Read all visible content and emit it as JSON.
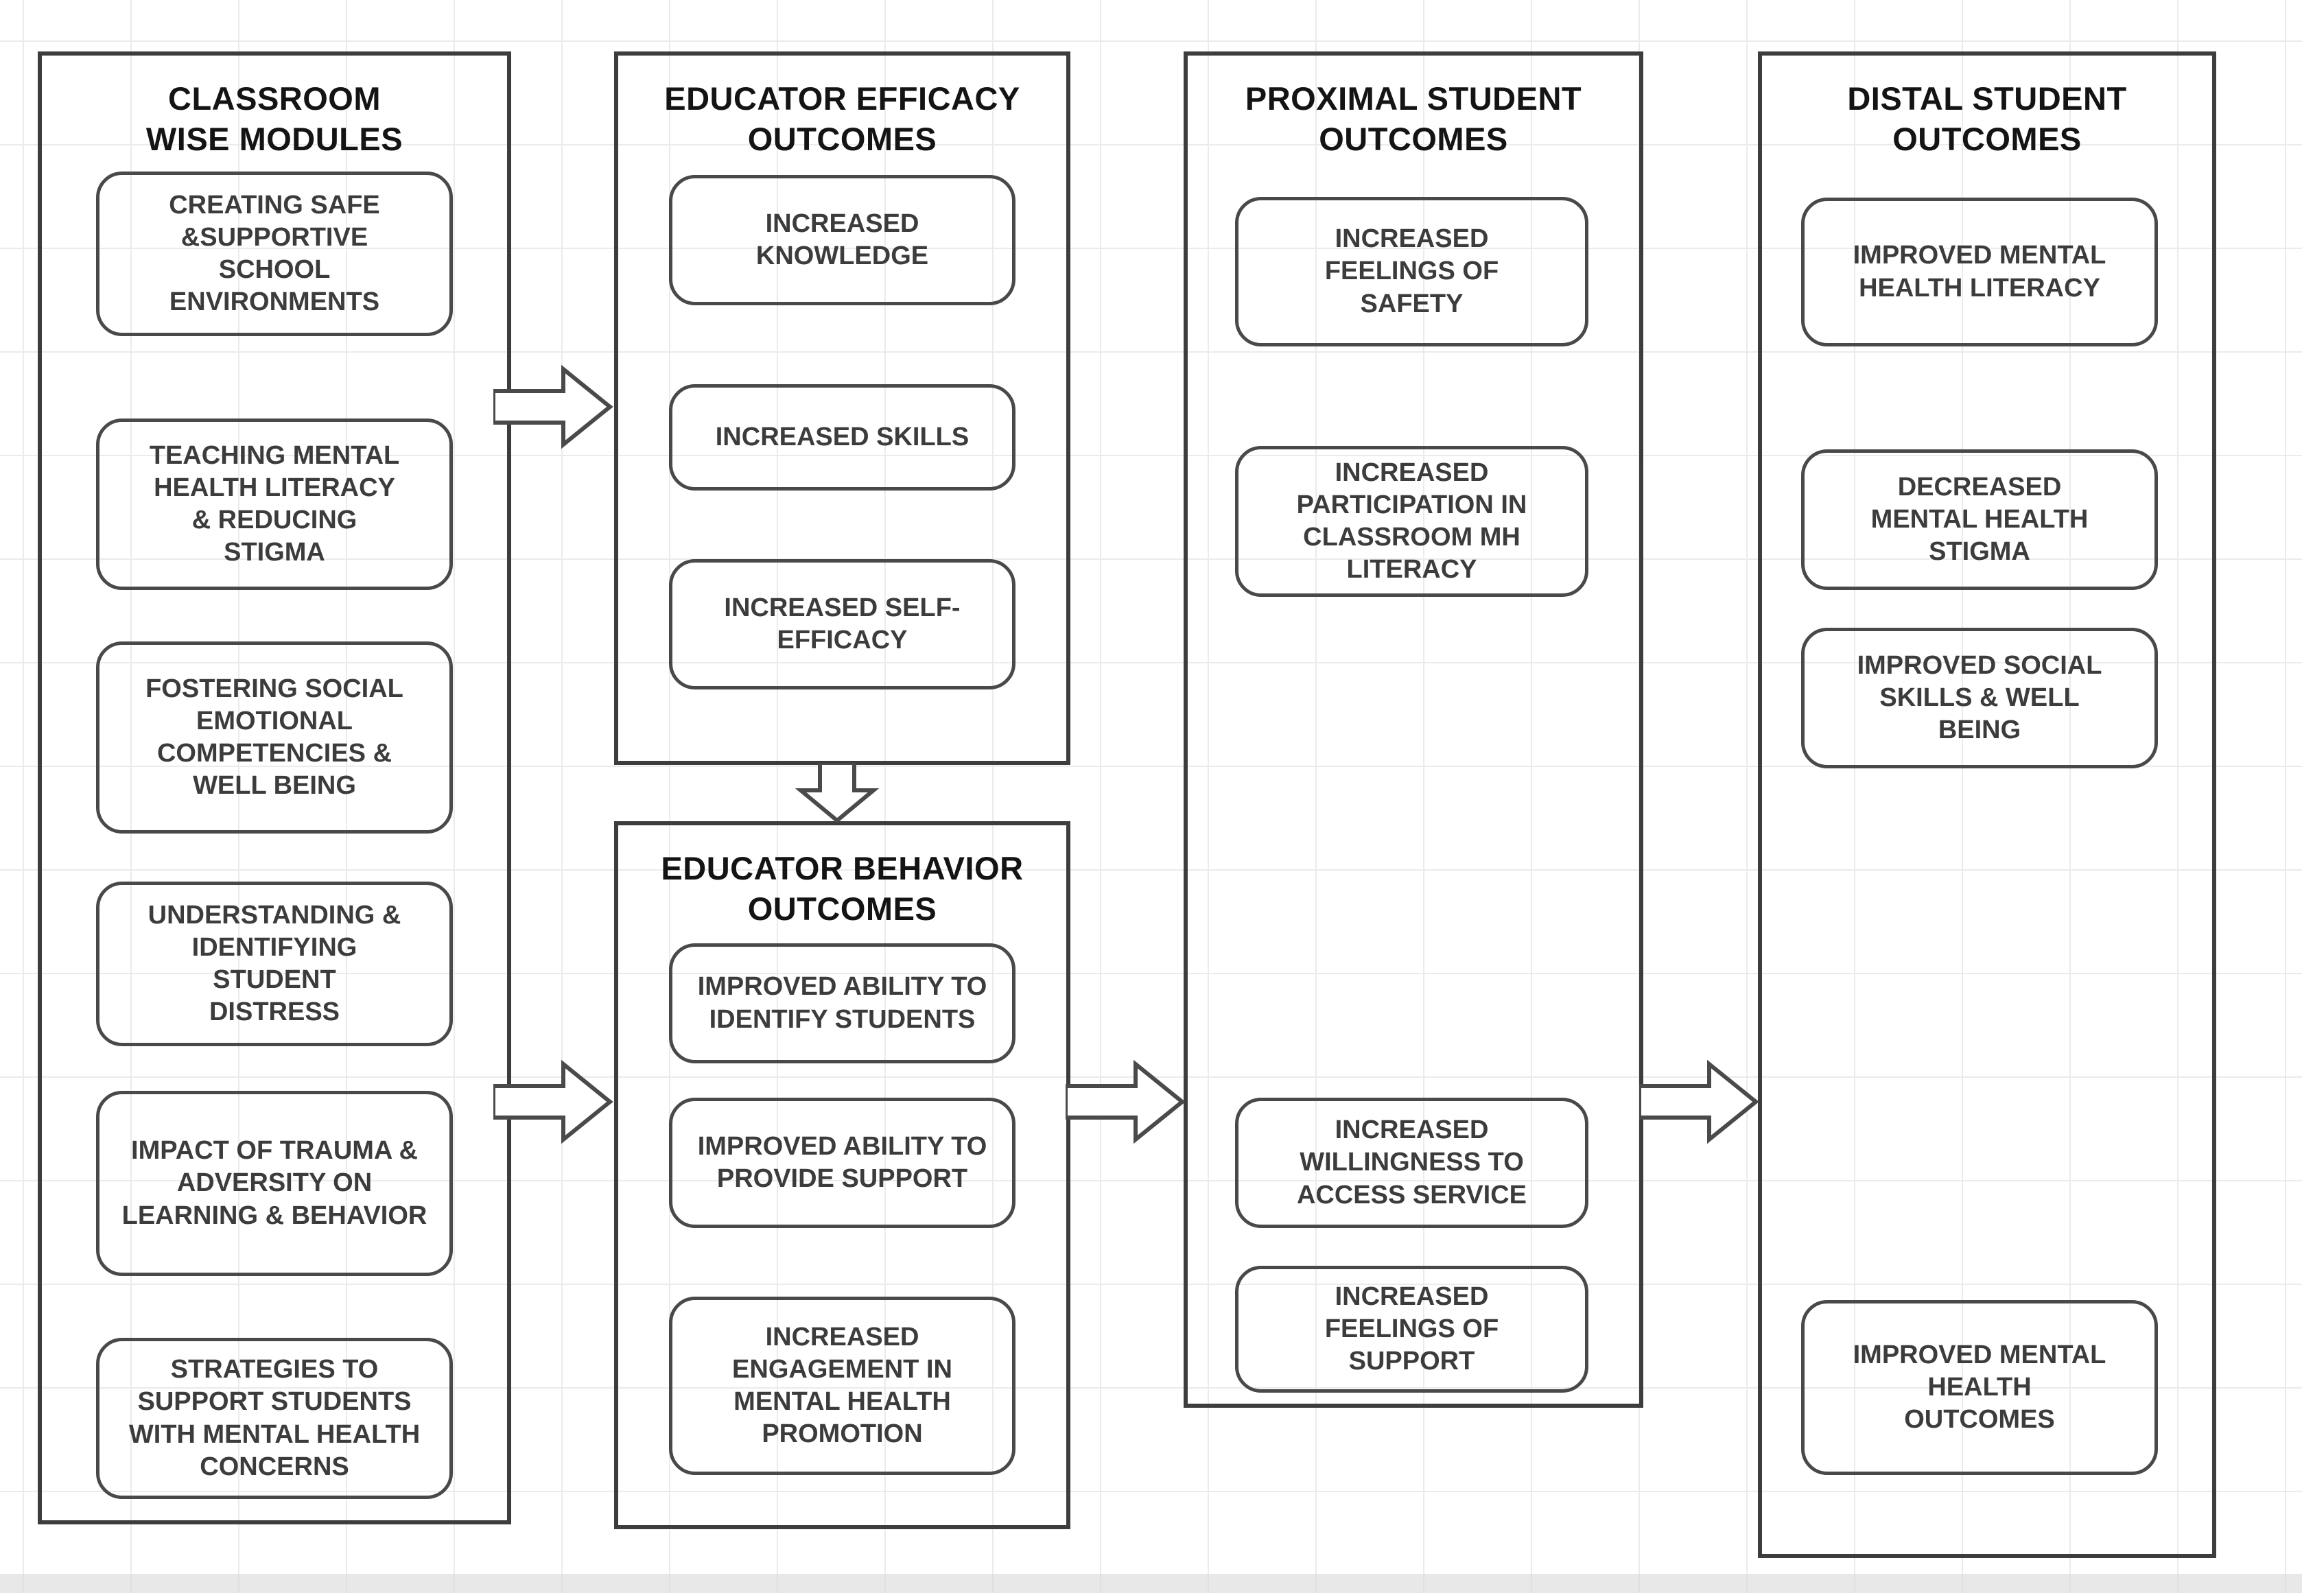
{
  "columns": [
    {
      "title": "CLASSROOM\nWISE MODULES",
      "boxes": [
        "CREATING SAFE\n&SUPPORTIVE\nSCHOOL\nENVIRONMENTS",
        "TEACHING MENTAL\nHEALTH LITERACY\n& REDUCING\nSTIGMA",
        "FOSTERING SOCIAL\nEMOTIONAL\nCOMPETENCIES &\nWELL BEING",
        "UNDERSTANDING &\nIDENTIFYING\nSTUDENT\nDISTRESS",
        "IMPACT OF TRAUMA &\nADVERSITY ON\nLEARNING & BEHAVIOR",
        "STRATEGIES TO\nSUPPORT STUDENTS\nWITH MENTAL HEALTH\nCONCERNS"
      ]
    },
    {
      "title": "EDUCATOR EFFICACY\nOUTCOMES",
      "boxes": [
        "INCREASED\nKNOWLEDGE",
        "INCREASED SKILLS",
        "INCREASED SELF-\nEFFICACY"
      ]
    },
    {
      "title": "EDUCATOR BEHAVIOR\nOUTCOMES",
      "boxes": [
        "IMPROVED ABILITY TO\nIDENTIFY STUDENTS",
        "IMPROVED ABILITY TO\nPROVIDE SUPPORT",
        "INCREASED\nENGAGEMENT IN\nMENTAL HEALTH\nPROMOTION"
      ]
    },
    {
      "title": "PROXIMAL STUDENT\nOUTCOMES",
      "boxes": [
        "INCREASED\nFEELINGS OF\nSAFETY",
        "INCREASED\nPARTICIPATION IN\nCLASSROOM MH\nLITERACY",
        "INCREASED\nWILLINGNESS TO\nACCESS SERVICE",
        "INCREASED\nFEELINGS OF\nSUPPORT"
      ]
    },
    {
      "title": "DISTAL STUDENT\nOUTCOMES",
      "boxes": [
        "IMPROVED MENTAL\nHEALTH LITERACY",
        "DECREASED\nMENTAL HEALTH\nSTIGMA",
        "IMPROVED SOCIAL\nSKILLS & WELL\nBEING",
        "IMPROVED MENTAL\nHEALTH\nOUTCOMES"
      ]
    }
  ],
  "arrows": [
    {
      "name": "modules-to-efficacy",
      "direction": "right"
    },
    {
      "name": "modules-to-behavior",
      "direction": "right"
    },
    {
      "name": "efficacy-to-behavior",
      "direction": "down"
    },
    {
      "name": "behavior-to-proximal",
      "direction": "right"
    },
    {
      "name": "proximal-to-distal",
      "direction": "right"
    }
  ],
  "colors": {
    "panel_border": "#3d3d3d",
    "box_border": "#494949",
    "header_text": "#141414",
    "box_text": "#3c3c3c",
    "grid_line": "#ebebeb",
    "arrow_fill": "#ffffff",
    "background": "#ffffff"
  }
}
